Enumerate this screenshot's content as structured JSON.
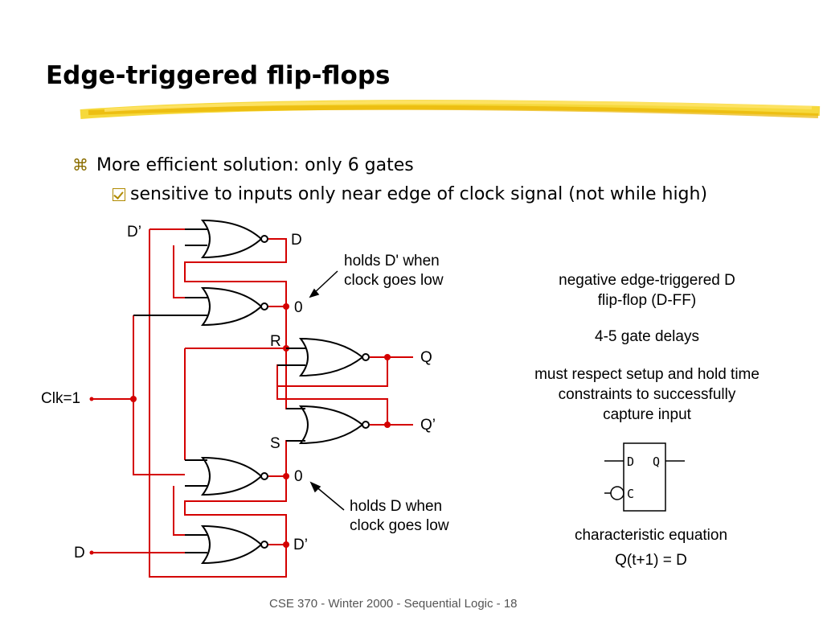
{
  "slide": {
    "title": "Edge-triggered flip-flops",
    "bullet1": "More efficient solution: only 6 gates",
    "bullet2": "sensitive to inputs only near edge of clock signal (not while high)",
    "footer": "CSE 370 - Winter 2000 - Sequential Logic - 18"
  },
  "circuit": {
    "labels": {
      "d_prime_top": "D’",
      "d_top": "D",
      "zero_top": "0",
      "r": "R",
      "q": "Q",
      "q_prime": "Q’",
      "s": "S",
      "zero_bottom": "0",
      "d_prime_bottom": "D’",
      "clk": "Clk=1",
      "d_input": "D"
    },
    "annotations": {
      "holds_d_prime_1": "holds D' when",
      "holds_d_prime_2": "clock goes low",
      "holds_d_1": "holds D when",
      "holds_d_2": "clock goes low"
    }
  },
  "notes": {
    "dff_1": "negative edge-triggered D",
    "dff_2": "flip-flop (D-FF)",
    "delays": "4-5 gate delays",
    "setup_1": "must respect setup and hold time",
    "setup_2": "constraints to successfully",
    "setup_3": "capture input",
    "char_1": "characteristic equation",
    "char_2": "Q(t+1) = D"
  },
  "symbol": {
    "d_pin": "D",
    "q_pin": "Q",
    "c_pin": "C"
  },
  "colors": {
    "wire": "#d40000",
    "gate": "#000000",
    "underline": "#f2c100"
  }
}
